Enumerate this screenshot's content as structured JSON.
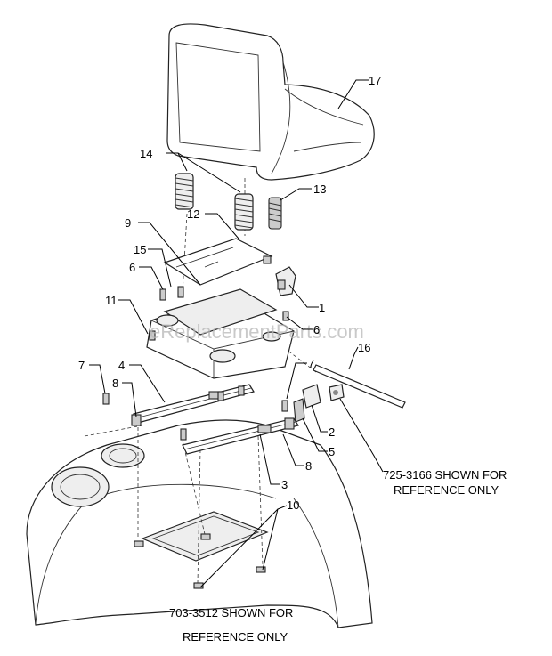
{
  "callouts": {
    "c1": "1",
    "c2": "2",
    "c3": "3",
    "c4": "4",
    "c5": "5",
    "c6a": "6",
    "c6b": "6",
    "c7a": "7",
    "c7b": "7",
    "c8a": "8",
    "c8b": "8",
    "c9": "9",
    "c10": "10",
    "c11": "11",
    "c12": "12",
    "c13": "13",
    "c14": "14",
    "c15": "15",
    "c16": "16",
    "c17": "17"
  },
  "notes": {
    "ref_switch_line1": "725-3166 SHOWN FOR",
    "ref_switch_line2": "REFERENCE ONLY",
    "ref_hood_line1": "703-3512 SHOWN FOR",
    "ref_hood_line2": "REFERENCE ONLY"
  },
  "watermark": "eReplacementParts.com"
}
